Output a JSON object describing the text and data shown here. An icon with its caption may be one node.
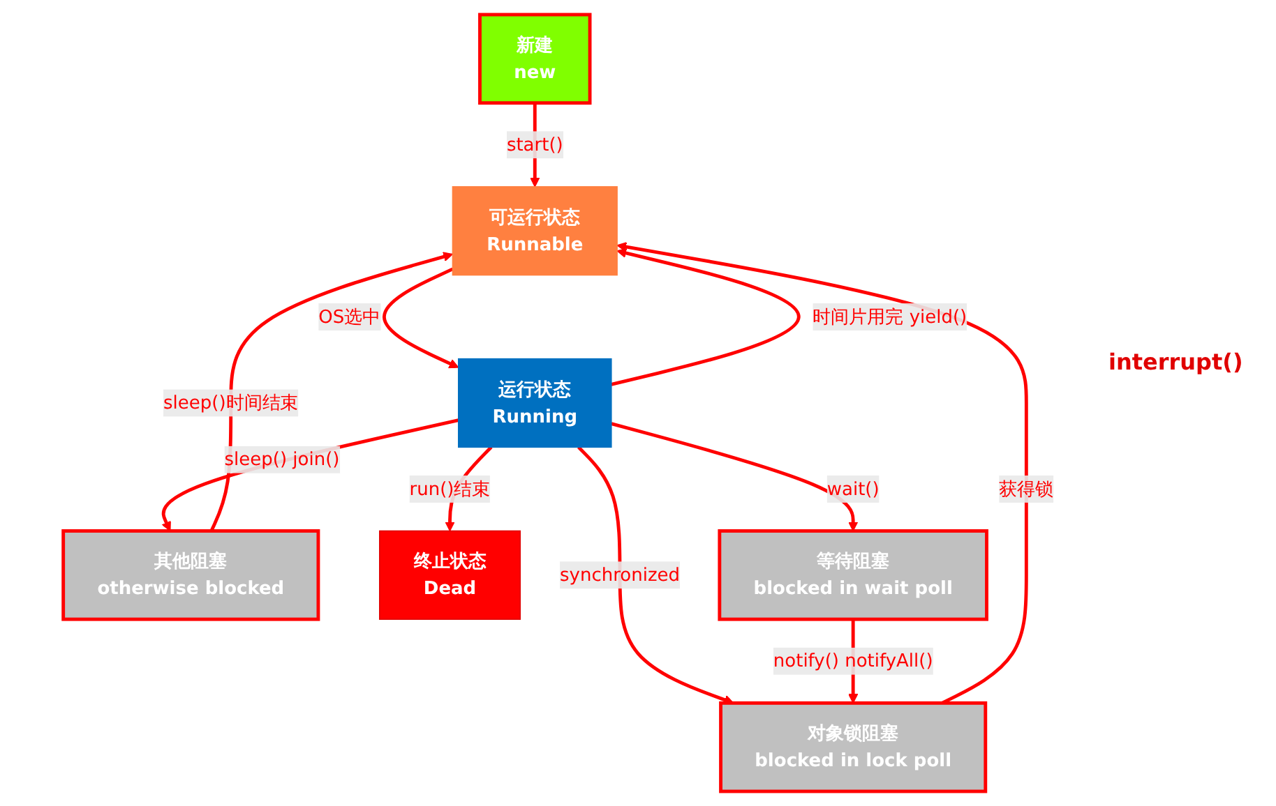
{
  "diagram": {
    "nodes": [
      {
        "text": [
          "新建",
          "new"
        ]
      },
      {
        "text": [
          "其他阻塞",
          "otherwise blocked"
        ]
      },
      {
        "text": [
          "可运行状态",
          "Runnable"
        ]
      },
      {
        "text": [
          "运行状态",
          "Running"
        ]
      },
      {
        "text": [
          "终止状态",
          "Dead"
        ]
      },
      {
        "text": [
          "对象锁阻塞",
          "blocked in lock poll"
        ]
      },
      {
        "text": [
          "等待阻塞",
          "blocked in wait poll"
        ]
      }
    ],
    "edges": [
      {
        "from": 0,
        "to": 2,
        "arrow": "to",
        "label": "start()"
      },
      {
        "from": 1,
        "to": 2,
        "arrow": "to",
        "label": "sleep()时间结束"
      },
      {
        "from": 2,
        "to": 3,
        "arrow": "to",
        "label": "OS选中"
      },
      {
        "from": 3,
        "to": 2,
        "arrow": "to",
        "label": "时间片用完 yield()"
      },
      {
        "from": 3,
        "to": 1,
        "arrow": "to",
        "label": "sleep() join()"
      },
      {
        "from": 3,
        "to": 4,
        "arrow": "to",
        "label": "run()结束"
      },
      {
        "from": 3,
        "to": 5,
        "arrow": "to",
        "label": "synchronized"
      },
      {
        "from": 3,
        "to": 6,
        "arrow": "to",
        "label": "wait()"
      },
      {
        "from": 6,
        "to": 5,
        "arrow": "to",
        "label": "notify() notifyAll()"
      },
      {
        "from": 5,
        "to": 2,
        "arrow": "to",
        "label": "获得锁"
      }
    ],
    "labels": [
      "interrupt()"
    ]
  }
}
